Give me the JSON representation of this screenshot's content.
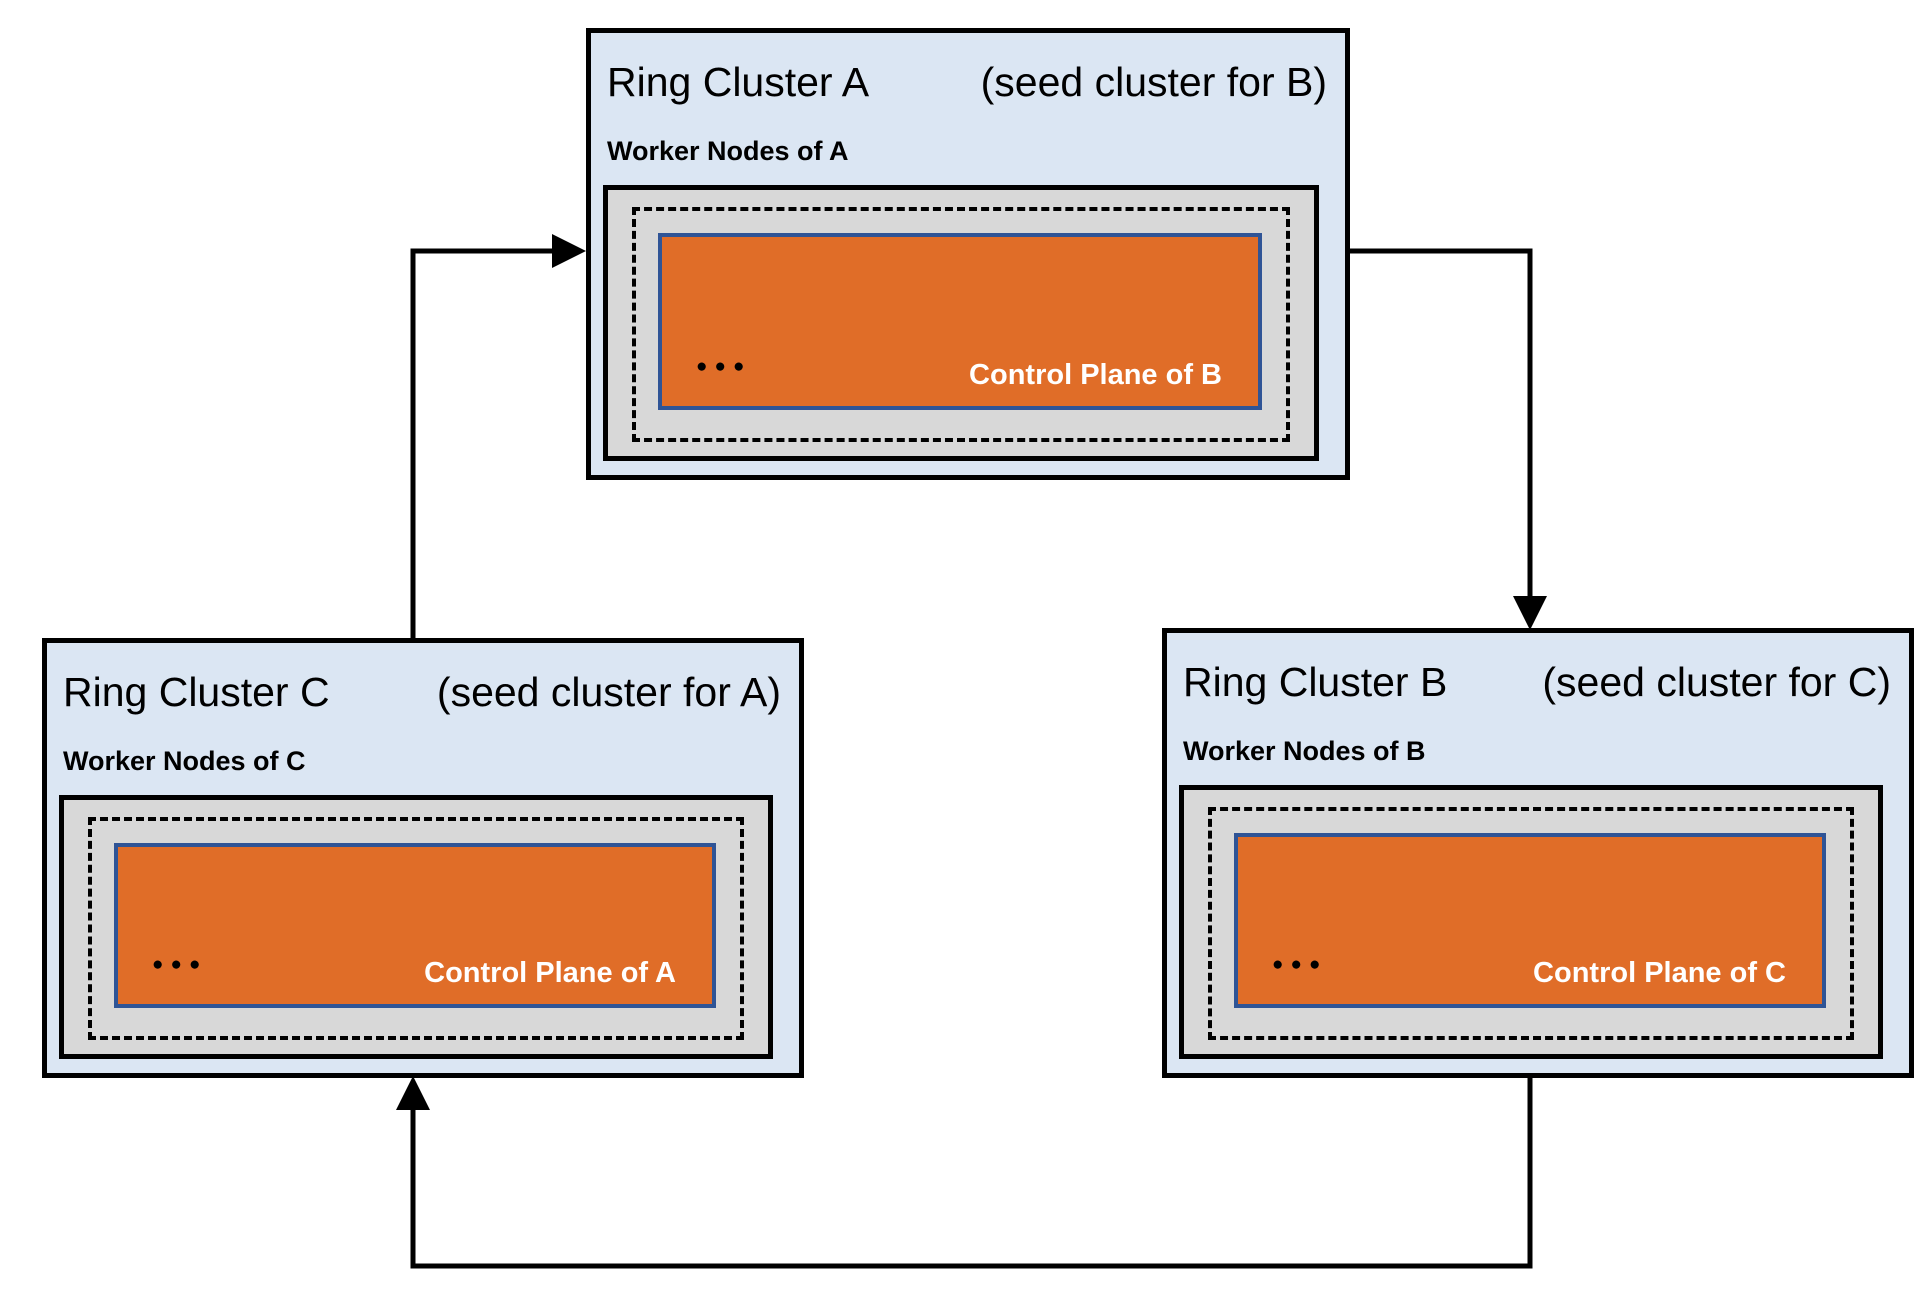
{
  "diagram": {
    "clusters": [
      {
        "id": "A",
        "title": "Ring Cluster A",
        "subtitle": "(seed cluster for B)",
        "worker_label": "Worker Nodes of A",
        "dots": "●●●",
        "control_plane_label": "Control Plane of B"
      },
      {
        "id": "C",
        "title": "Ring Cluster C",
        "subtitle": "(seed cluster for A)",
        "worker_label": "Worker Nodes of C",
        "dots": "●●●",
        "control_plane_label": "Control Plane of A"
      },
      {
        "id": "B",
        "title": "Ring Cluster B",
        "subtitle": "(seed cluster for C)",
        "worker_label": "Worker Nodes of B",
        "dots": "●●●",
        "control_plane_label": "Control Plane of C"
      }
    ],
    "arrows": [
      {
        "name": "arrow-c-to-a",
        "from": "Ring Cluster C",
        "to": "Ring Cluster A"
      },
      {
        "name": "arrow-a-to-b",
        "from": "Ring Cluster A",
        "to": "Ring Cluster B"
      },
      {
        "name": "arrow-b-to-c",
        "from": "Ring Cluster B",
        "to": "Ring Cluster C"
      }
    ],
    "colors": {
      "cluster_bg": "#dbe6f3",
      "worker_box_bg": "#d8d8d8",
      "control_plane_bg": "#e06d28",
      "control_plane_border": "#2f5496",
      "outline": "#000000",
      "control_plane_text": "#ffffff"
    }
  }
}
